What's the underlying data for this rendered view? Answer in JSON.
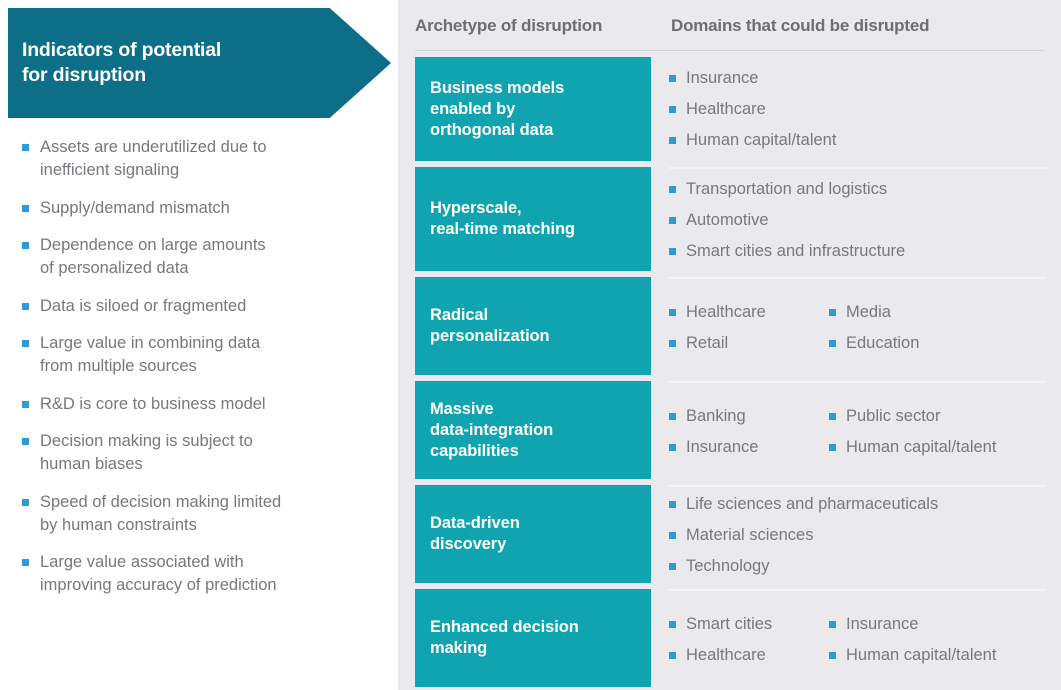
{
  "colors": {
    "banner_teal": "#0d6e87",
    "tile_teal": "#10a4b0",
    "panel_background": "#eaeaee",
    "bullet_blue": "#2e9bd6",
    "body_text_gray": "#77787c",
    "header_text_gray": "#6d6e72"
  },
  "left": {
    "banner_title": "Indicators of potential\nfor disruption",
    "indicators": [
      "Assets are underutilized due to\ninefficient signaling",
      "Supply/demand mismatch",
      "Dependence on large amounts\nof personalized data",
      "Data is siloed or fragmented",
      "Large value in combining data\nfrom multiple sources",
      "R&D is core to business model",
      "Decision making is subject to\nhuman biases",
      "Speed of decision making limited\nby human constraints",
      "Large value associated with\nimproving accuracy of prediction"
    ]
  },
  "right": {
    "headers": {
      "archetype": "Archetype of disruption",
      "domains": "Domains that could be disrupted"
    },
    "rows": [
      {
        "archetype": "Business models\nenabled by\northogonal data",
        "height": 104,
        "columns": [
          [
            "Insurance",
            "Healthcare",
            "Human capital/talent"
          ]
        ]
      },
      {
        "archetype": "Hyperscale,\nreal-time matching",
        "height": 104,
        "columns": [
          [
            "Transportation and logistics",
            "Automotive",
            "Smart cities and infrastructure"
          ]
        ]
      },
      {
        "archetype": "Radical\npersonalization",
        "height": 98,
        "columns": [
          [
            "Healthcare",
            "Retail"
          ],
          [
            "Media",
            "Education"
          ]
        ]
      },
      {
        "archetype": "Massive\ndata-integration\ncapabilities",
        "height": 98,
        "columns": [
          [
            "Banking",
            "Insurance"
          ],
          [
            "Public sector",
            "Human capital/talent"
          ]
        ]
      },
      {
        "archetype": "Data-driven\ndiscovery",
        "height": 98,
        "columns": [
          [
            "Life sciences and pharmaceuticals",
            "Material sciences",
            "Technology"
          ]
        ]
      },
      {
        "archetype": "Enhanced decision\nmaking",
        "height": 98,
        "columns": [
          [
            "Smart cities",
            "Healthcare"
          ],
          [
            "Insurance",
            "Human capital/talent"
          ]
        ]
      }
    ]
  }
}
